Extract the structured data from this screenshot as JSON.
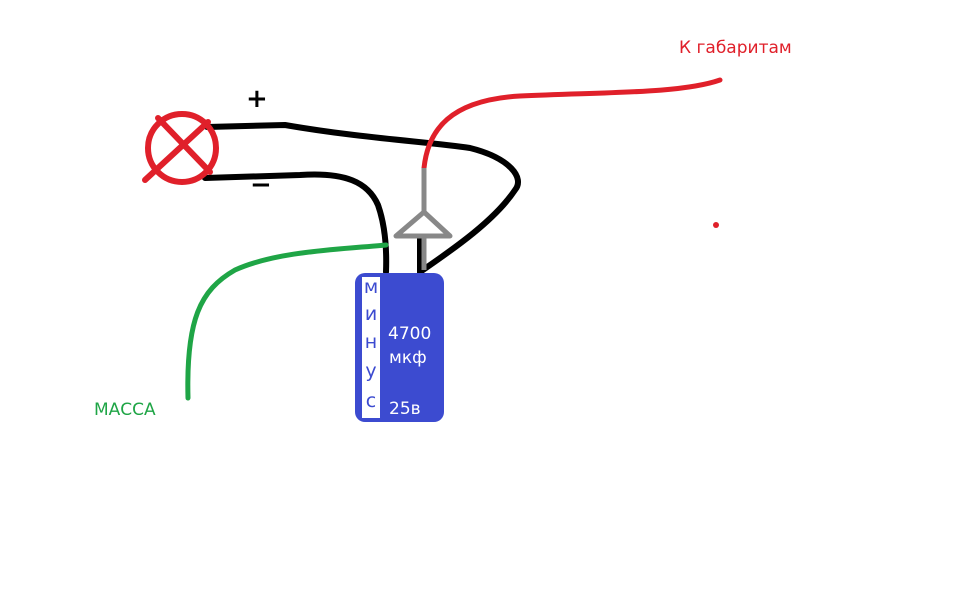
{
  "colors": {
    "background": "#ffffff",
    "wire_black": "#000000",
    "wire_red": "#e0202a",
    "wire_green": "#1fa546",
    "diode_gray": "#888888",
    "lamp_red": "#e0202a",
    "capacitor_blue": "#3c4bd0",
    "capacitor_stripe": "#ffffff",
    "capacitor_text": "#ffffff",
    "stripe_text": "#3c4bd0"
  },
  "labels": {
    "to_marker_lights": "К габаритам",
    "ground": "МАССА",
    "plus_sign": "+",
    "minus_sign": "−"
  },
  "capacitor": {
    "capacitance_value": "4700",
    "capacitance_unit": "мкф",
    "voltage": "25в",
    "stripe_letters": [
      "м",
      "и",
      "н",
      "у",
      "с"
    ]
  },
  "icons": {
    "lamp": "lamp-icon",
    "diode": "diode-icon"
  }
}
